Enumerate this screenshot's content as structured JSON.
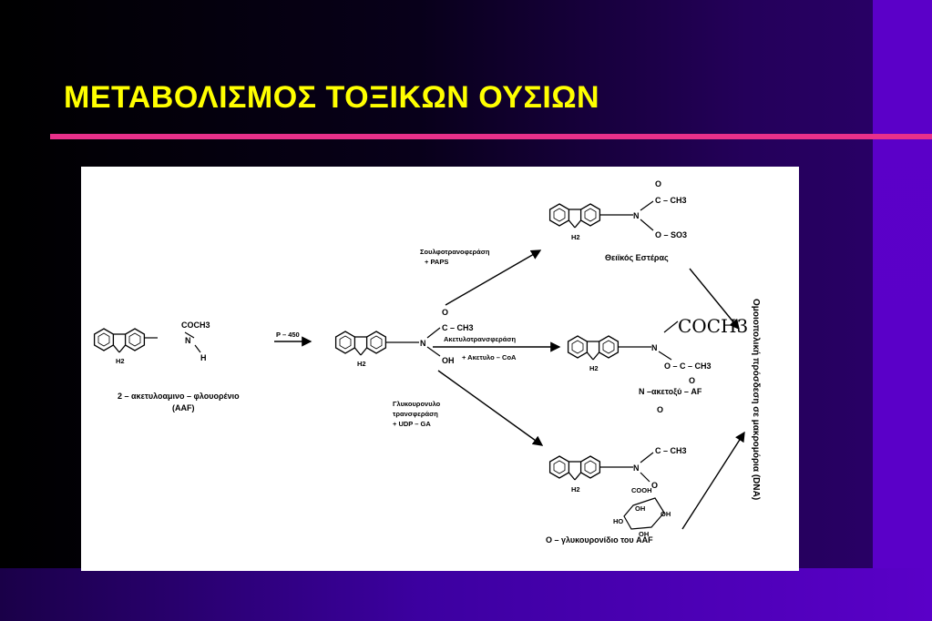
{
  "slide": {
    "title": "ΜΕΤΑΒΟΛΙΣΜΟΣ ΤΟΞΙΚΩΝ ΟΥΣΙΩΝ"
  },
  "diagram": {
    "start": {
      "substituent": "COCH3",
      "n_label": "N",
      "h_label": "H",
      "ch2_label": "H2",
      "name": "2 – ακετυλοαμινο – φλουορένιο",
      "abbr": "(AAF)"
    },
    "p450_label": "P – 450",
    "intermediate": {
      "o_label": "O",
      "c_label": "C – CH3",
      "n_label": "N",
      "oh_label": "OH",
      "ch2_label": "H2"
    },
    "top_branch": {
      "enzyme": "Σουλφοτρανοφεράση",
      "cofactor": "+ PAPS",
      "product_o": "O",
      "product_c": "C – CH3",
      "product_n": "N",
      "product_so3": "O – SO3",
      "product_name": "Θειϊκός Εστέρας"
    },
    "middle_branch": {
      "enzyme": "Ακετυλοτρανσφεράση",
      "cofactor": "+ Ακετυλο – CoA",
      "product_n": "N",
      "product_c": "O – C – CH3",
      "product_o": "O",
      "product_name": "N –ακετοξύ – AF",
      "product_o2": "O",
      "handwritten": "COCH3"
    },
    "bottom_branch": {
      "enzyme_line1": "Γλυκουρονυλο",
      "enzyme_line2": "τρανσφεράση",
      "cofactor": "+ UDP – GA",
      "product_c": "C – CH3",
      "product_n": "N",
      "product_o": "O",
      "sugar_cooh": "COOH",
      "sugar_oh1": "OH",
      "sugar_oh2": "OH",
      "sugar_ho": "HO",
      "sugar_oh3": "OH",
      "product_name": "O – γλυκουρονίδιο του AAF"
    },
    "side_text": "Ομοιοπολική πρόσδεση σε μακρομόρια (DNA)"
  },
  "colors": {
    "title": "#ffff00",
    "rule": "#e8308a",
    "accent": "#5a00c8"
  }
}
